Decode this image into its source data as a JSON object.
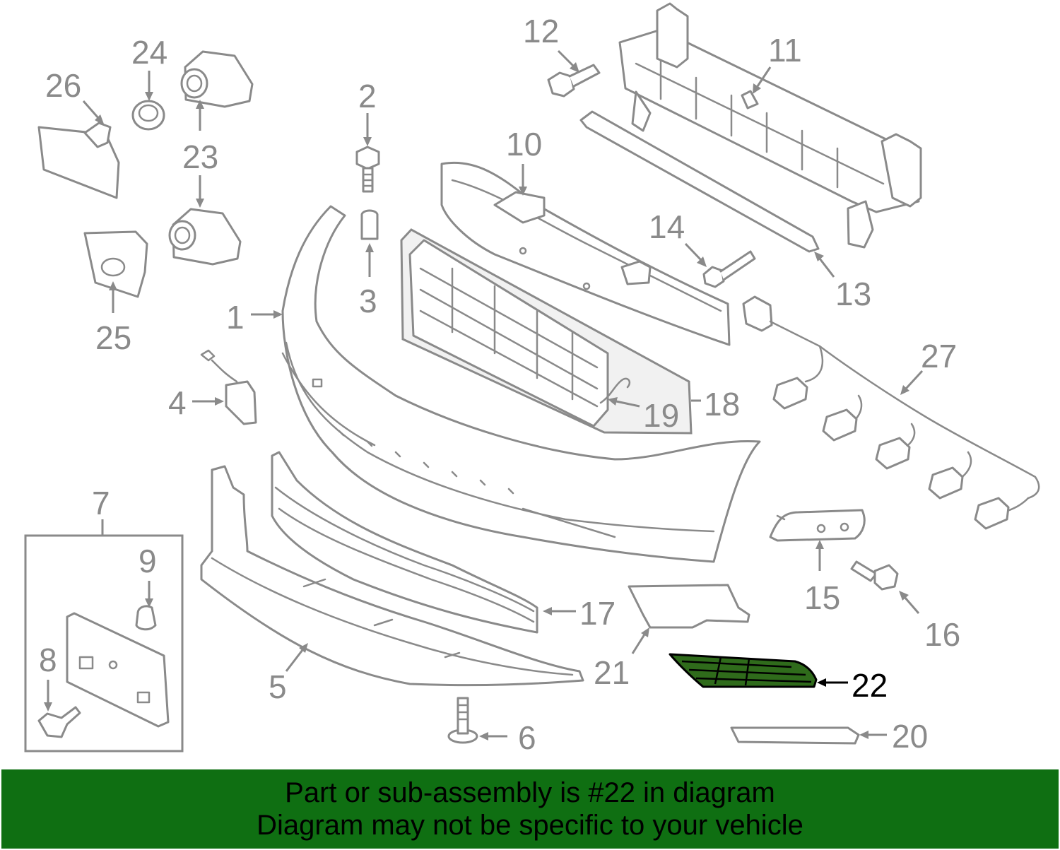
{
  "callouts": {
    "n1": "1",
    "n2": "2",
    "n3": "3",
    "n4": "4",
    "n5": "5",
    "n6": "6",
    "n7": "7",
    "n8": "8",
    "n9": "9",
    "n10": "10",
    "n11": "11",
    "n12": "12",
    "n13": "13",
    "n14": "14",
    "n15": "15",
    "n16": "16",
    "n17": "17",
    "n18": "18",
    "n19": "19",
    "n20": "20",
    "n21": "21",
    "n22": "22",
    "n23": "23",
    "n24": "24",
    "n25": "25",
    "n26": "26",
    "n27": "27"
  },
  "highlight": {
    "part_number": "22",
    "color": "#2f6b1b"
  },
  "banner": {
    "line1": "Part or sub-assembly is #22 in diagram",
    "line2": "Diagram may not be specific to your vehicle",
    "background": "#0f6f12"
  }
}
